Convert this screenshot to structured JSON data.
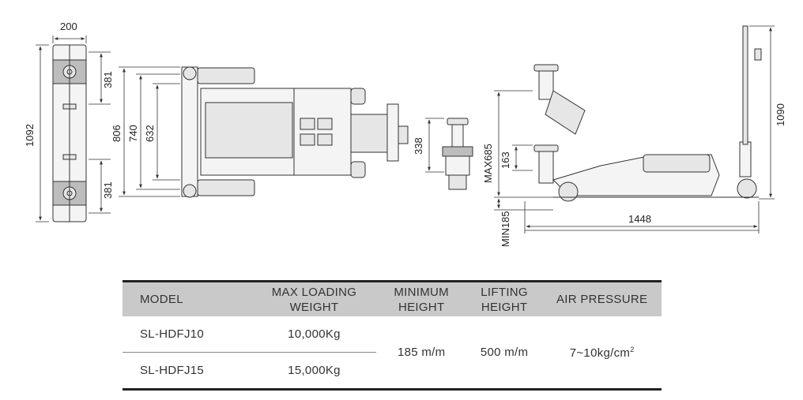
{
  "dimensions": {
    "top_width": "200",
    "total_length": "1092",
    "pad_spacing_top": "381",
    "pad_spacing_bottom": "381",
    "frame_806": "806",
    "frame_740": "740",
    "frame_632": "632",
    "saddle_338": "338",
    "max_height": "MAX685",
    "lift_163": "163",
    "min_height": "MIN185",
    "base_length": "1448",
    "handle_height": "1090"
  },
  "table": {
    "headers": {
      "model": "MODEL",
      "max_loading_line1": "MAX LOADING",
      "max_loading_line2": "WEIGHT",
      "minimum_line1": "MINIMUM",
      "minimum_line2": "HEIGHT",
      "lifting_line1": "LIFTING",
      "lifting_line2": "HEIGHT",
      "air_pressure": "AIR PRESSURE"
    },
    "rows": [
      {
        "model": "SL-HDFJ10",
        "weight": "10,000Kg"
      },
      {
        "model": "SL-HDFJ15",
        "weight": "15,000Kg"
      }
    ],
    "shared": {
      "minimum_height": "185 m/m",
      "lifting_height": "500 m/m",
      "air_pressure_base": "7~10kg/cm",
      "air_pressure_exp": "2"
    }
  }
}
